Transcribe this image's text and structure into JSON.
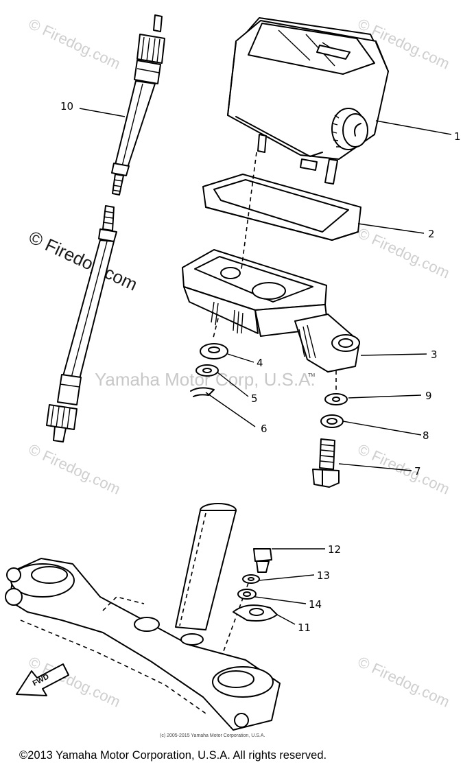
{
  "watermarks": {
    "firedog": "© Firedog.com",
    "yamaha": "Yamaha Motor Corp, U.S.A.",
    "trademark": "TM"
  },
  "fwd_label": "FWD",
  "callouts": {
    "c1": "1",
    "c2": "2",
    "c3": "3",
    "c4": "4",
    "c5": "5",
    "c6": "6",
    "c7": "7",
    "c8": "8",
    "c9": "9",
    "c10": "10",
    "c11": "11",
    "c12": "12",
    "c13": "13",
    "c14": "14"
  },
  "copyright_small": "(c) 2005-2015 Yamaha Motor Corporation, U.S.A.",
  "copyright_footer": "©2013 Yamaha Motor Corporation, U.S.A. All rights reserved."
}
